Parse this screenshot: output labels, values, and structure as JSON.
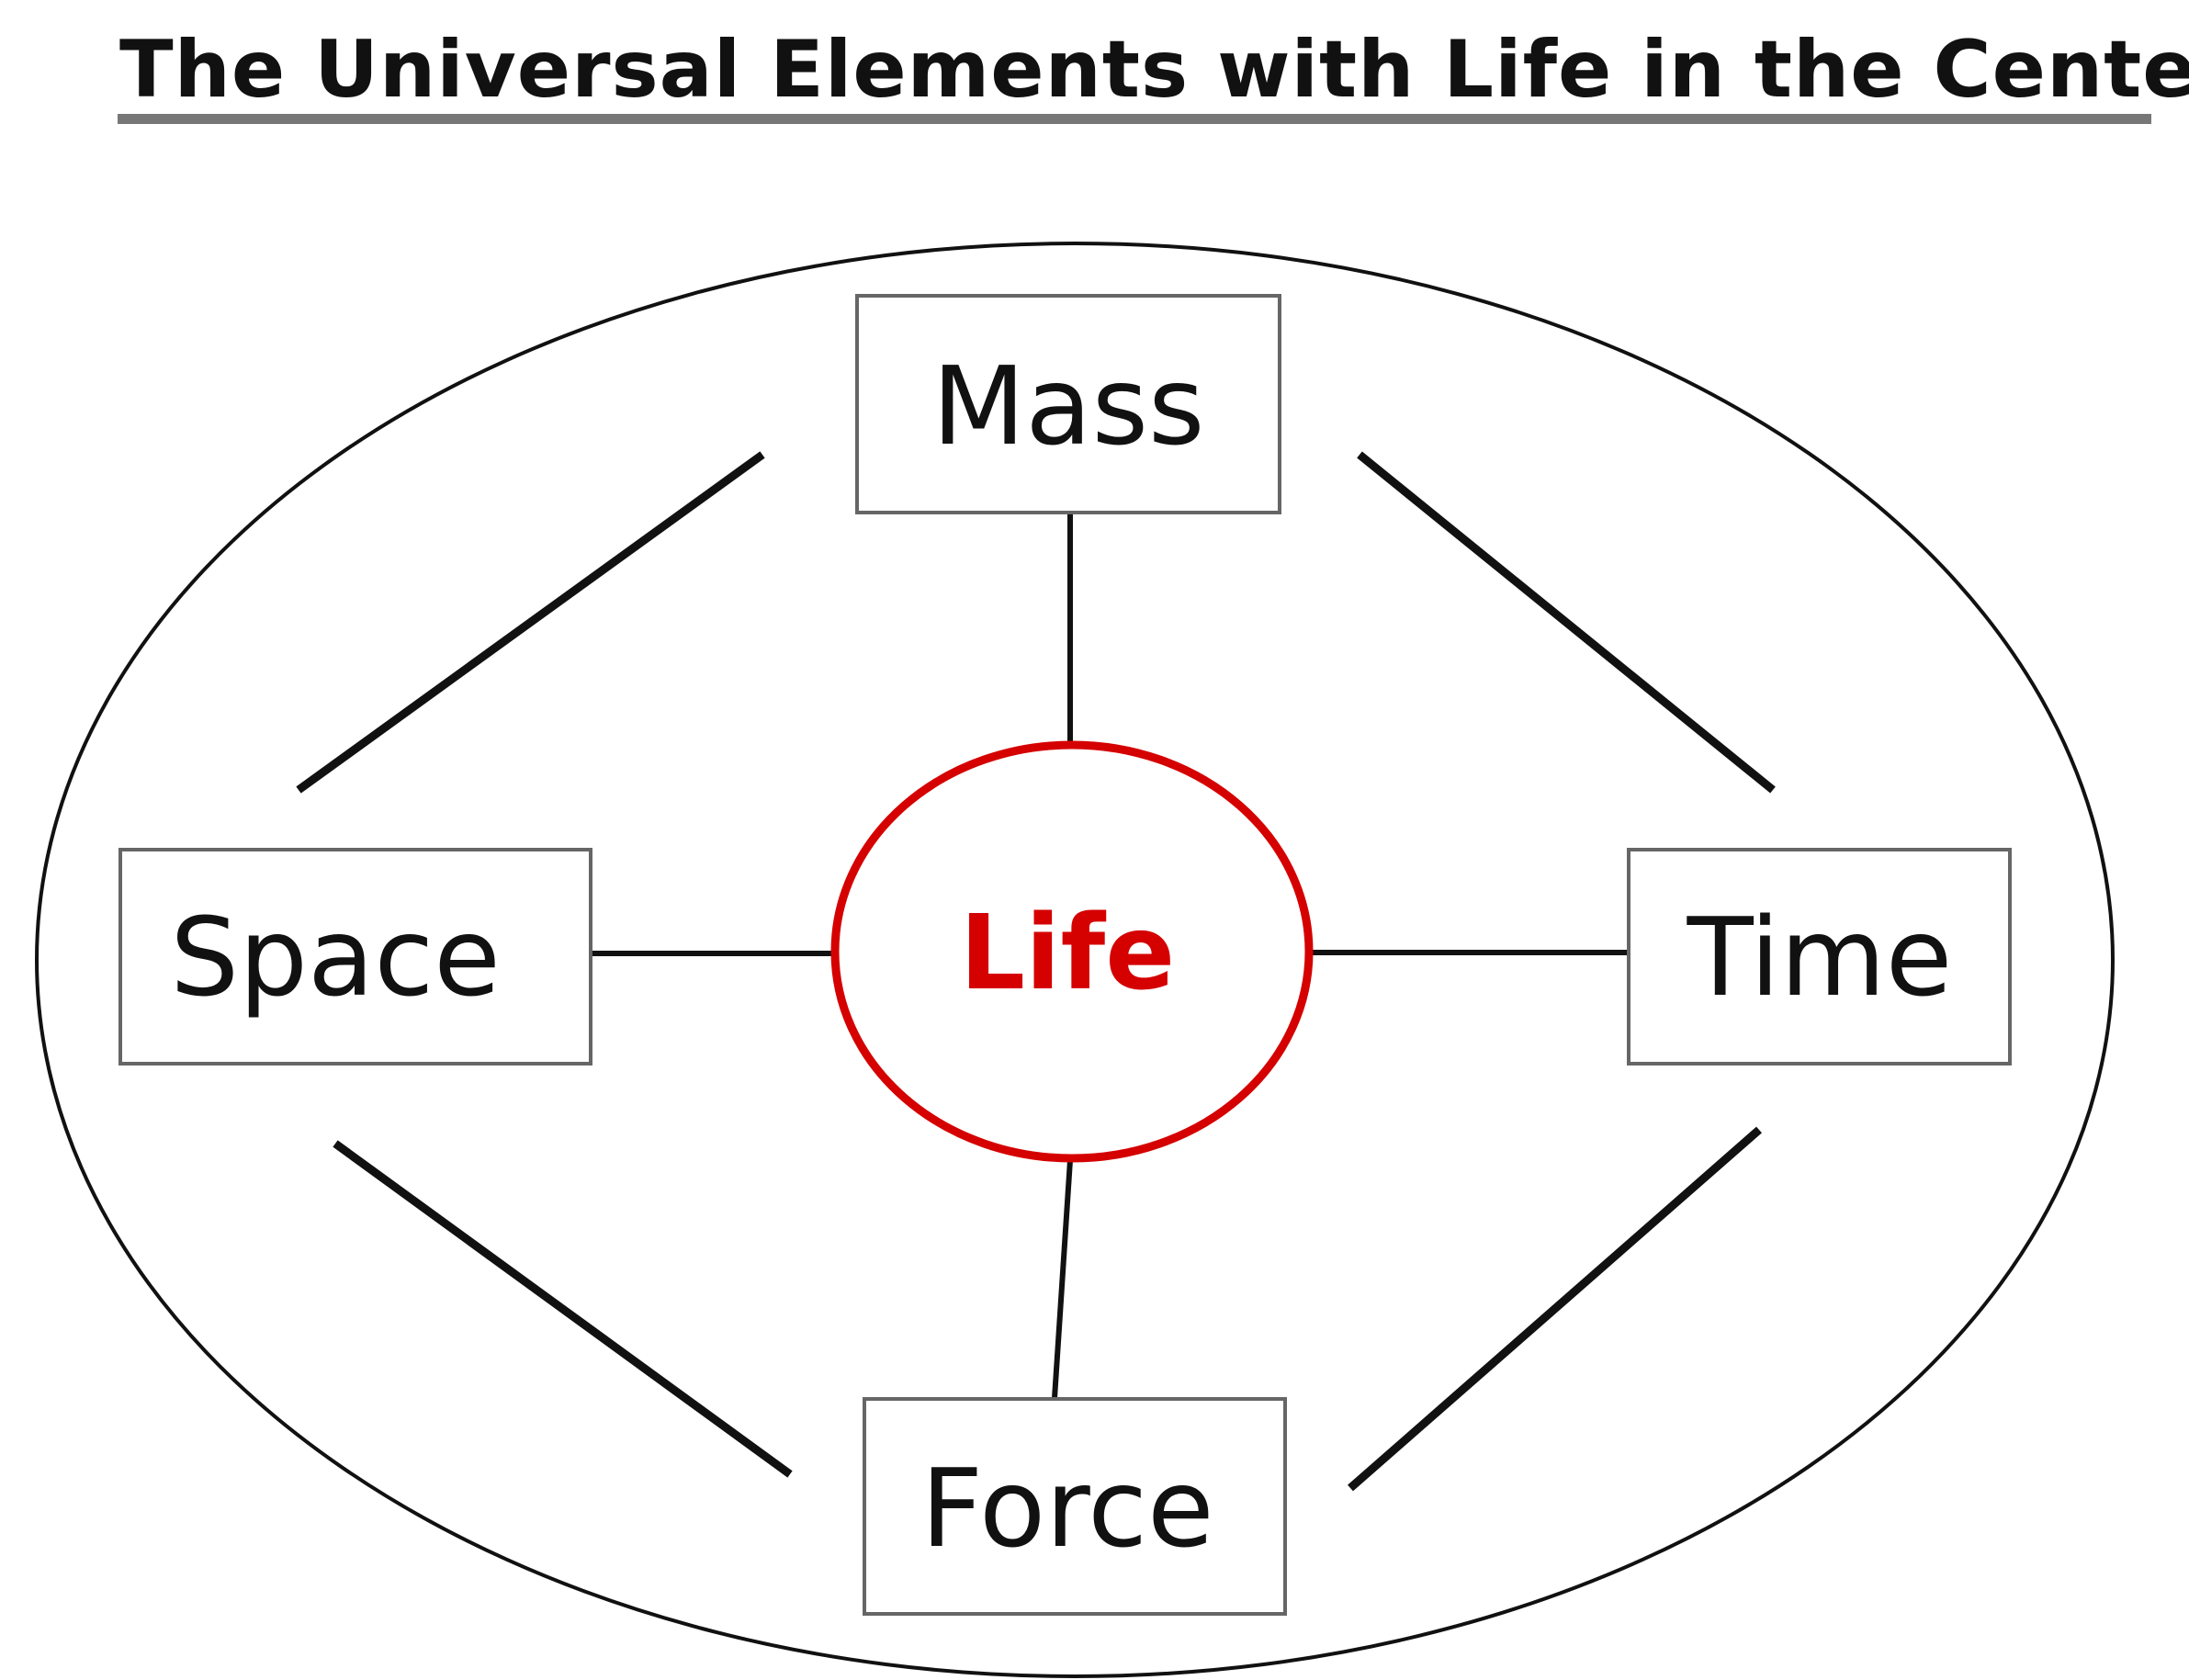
{
  "title": "The Universal Elements with Life in the Center",
  "center": {
    "label": "Life",
    "color": "#d50000"
  },
  "nodes": {
    "top": "Mass",
    "left": "Space",
    "right": "Time",
    "bottom": "Force"
  },
  "colors": {
    "line": "#111111",
    "box_border": "#666666",
    "ellipse_stroke": "#111111"
  }
}
